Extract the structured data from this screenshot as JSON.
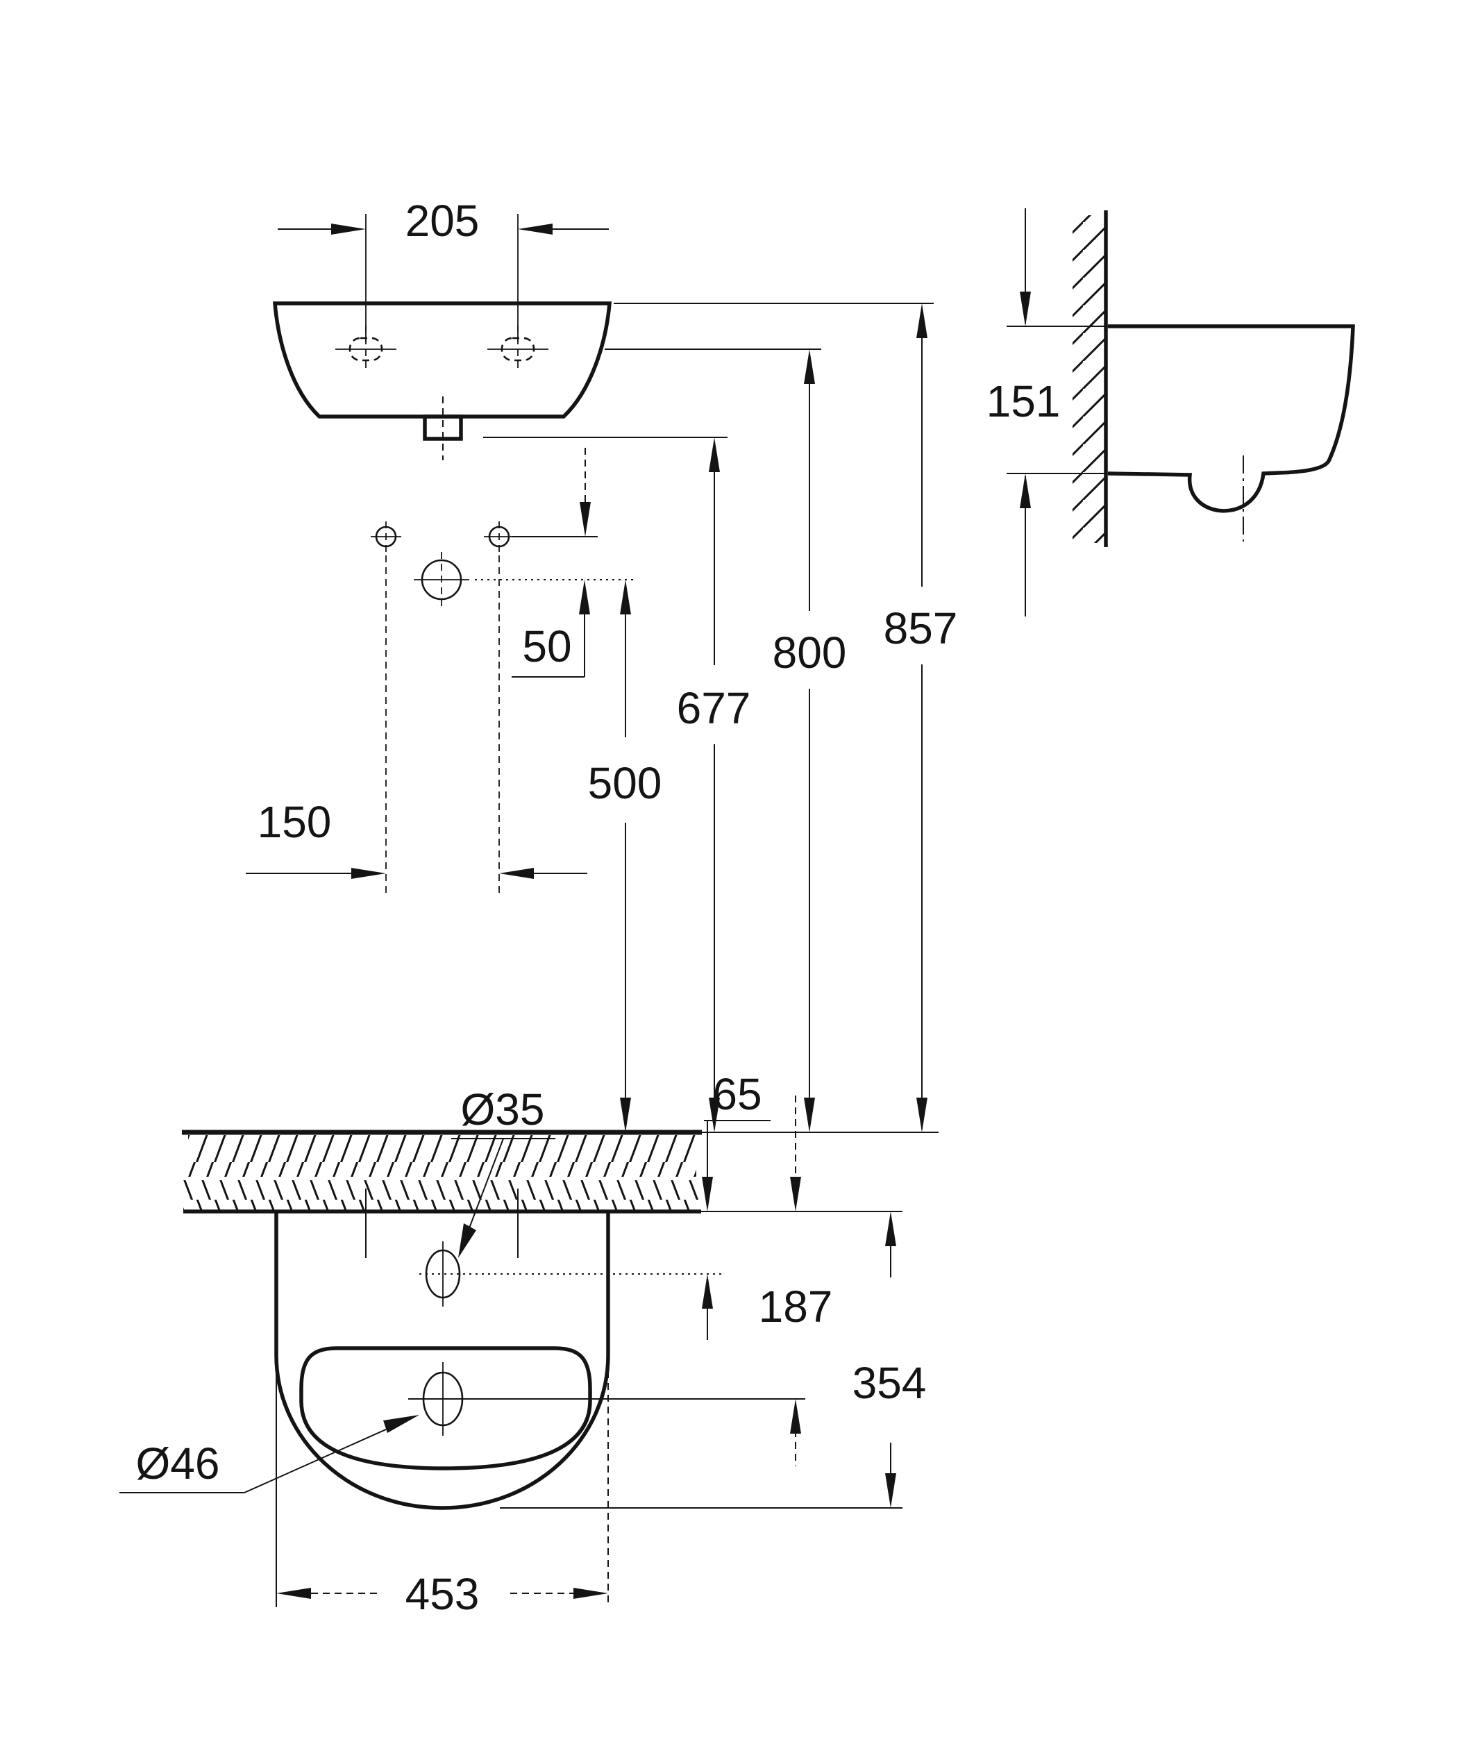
{
  "drawing": {
    "dimensions": {
      "tap_hole_spacing_mm": "205",
      "basin_side_height_mm": "151",
      "hole_to_drain_offset_mm": "50",
      "rim_height_mm": "857",
      "tap_level_height_mm": "800",
      "underside_height_mm": "677",
      "drain_center_height_mm": "500",
      "wall_fixing_spacing_mm": "150",
      "faucet_hole_setback_mm": "65",
      "drain_setback_mm": "187",
      "basin_depth_mm": "354",
      "basin_width_mm": "453",
      "faucet_hole_diameter": "Ø35",
      "drain_hole_diameter": "Ø46"
    }
  }
}
